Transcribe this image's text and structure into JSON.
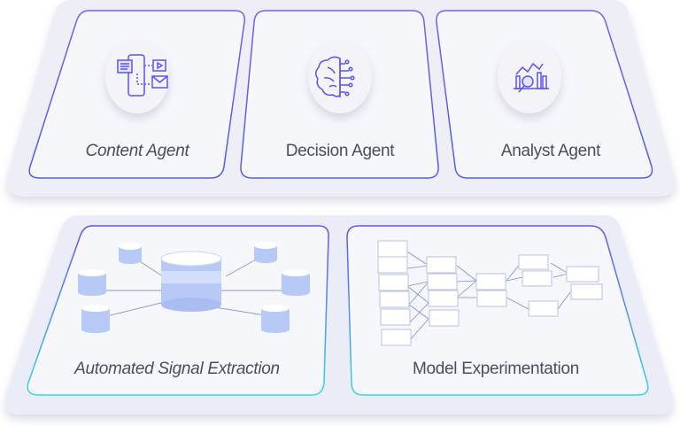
{
  "top_row": {
    "cards": [
      {
        "label": "Content Agent",
        "icon": "content-devices-icon"
      },
      {
        "label": "Decision Agent",
        "icon": "brain-circuit-icon"
      },
      {
        "label": "Analyst Agent",
        "icon": "chart-magnifier-icon"
      }
    ]
  },
  "bottom_row": {
    "cards": [
      {
        "label": "Automated Signal Extraction",
        "icon": "database-network-icon"
      },
      {
        "label": "Model Experimentation",
        "icon": "flow-network-icon"
      }
    ]
  },
  "colors": {
    "accent_purple": "#6d4ee6",
    "accent_cyan": "#35d6e8",
    "accent_blue": "#5b63f0",
    "platform": "#eeeef7",
    "card": "#f5f7fb",
    "text": "#4a4d5c",
    "db_fill": "#b7c9f5"
  }
}
